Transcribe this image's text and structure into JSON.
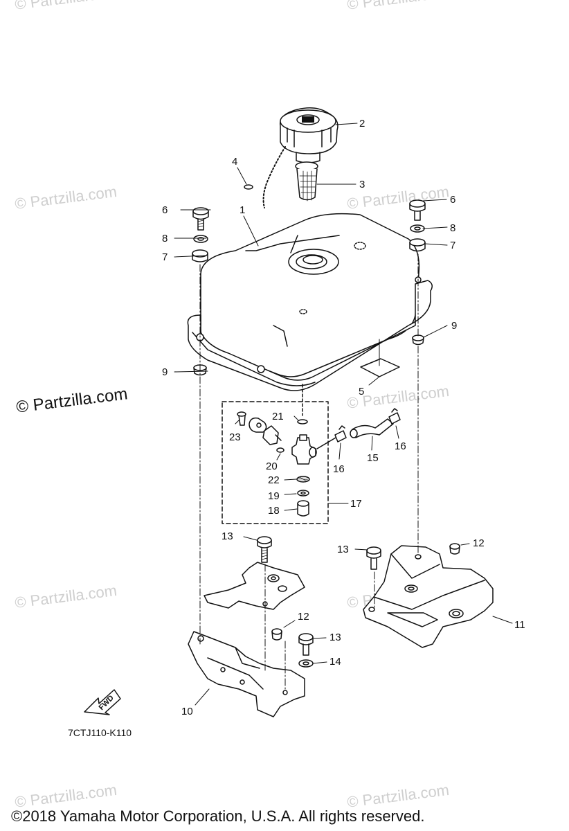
{
  "watermark_text": "© Partzilla.com",
  "diagram_code": "7CTJ110-K110",
  "copyright": "©2018  Yamaha Motor Corporation, U.S.A. All rights reserved.",
  "fwd_label": "FWD",
  "callouts": {
    "c1": "1",
    "c2": "2",
    "c3": "3",
    "c4": "4",
    "c5": "5",
    "c6a": "6",
    "c6b": "6",
    "c7a": "7",
    "c7b": "7",
    "c8a": "8",
    "c8b": "8",
    "c9a": "9",
    "c9b": "9",
    "c10": "10",
    "c11": "11",
    "c12a": "12",
    "c12b": "12",
    "c13a": "13",
    "c13b": "13",
    "c13c": "13",
    "c14": "14",
    "c15": "15",
    "c16a": "16",
    "c16b": "16",
    "c17": "17",
    "c18": "18",
    "c19": "19",
    "c20": "20",
    "c21": "21",
    "c22": "22",
    "c23": "23"
  }
}
